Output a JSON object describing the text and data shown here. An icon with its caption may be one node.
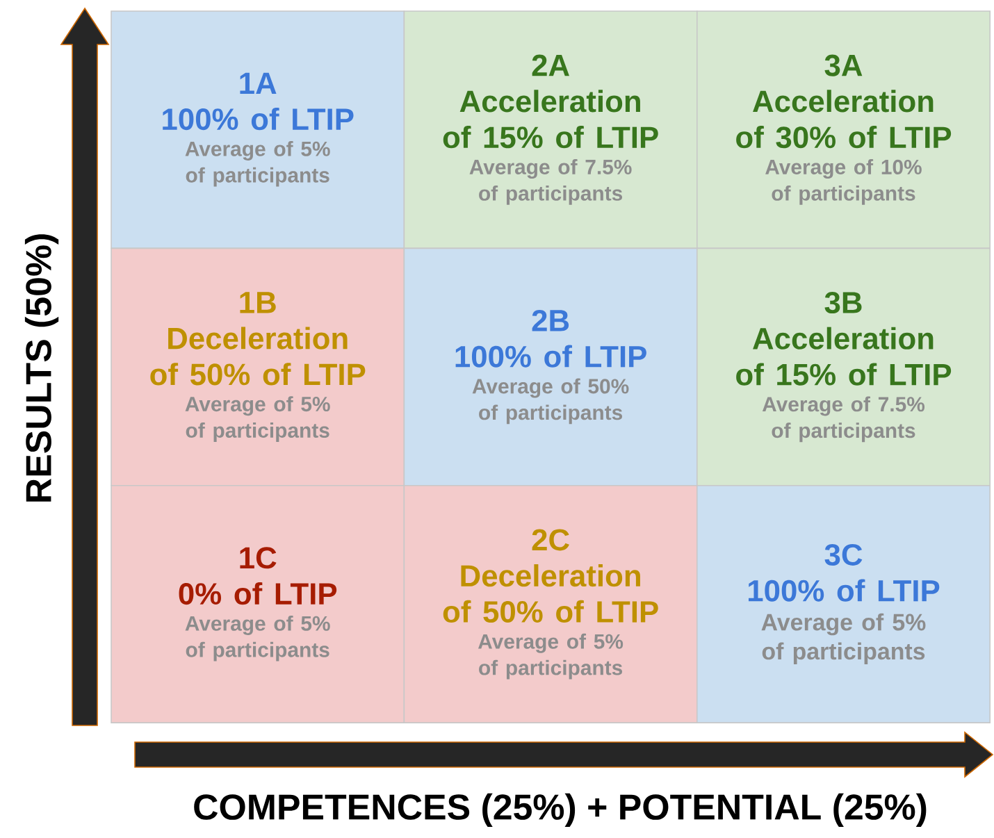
{
  "diagram": {
    "nodes": [
      {
        "text": [
          "1A",
          "100% of LTIP",
          "Average of 5% of participants"
        ]
      },
      {
        "text": [
          "2A",
          "Acceleration of 15% of LTIP",
          "Average of 7.5% of participants"
        ]
      },
      {
        "text": [
          "3A",
          "Acceleration of 30% of LTIP",
          "Average of 10% of participants"
        ]
      },
      {
        "text": [
          "1B",
          "Deceleration of 50% of LTIP",
          "Average of 5% of participants"
        ]
      },
      {
        "text": [
          "2B",
          "100% of LTIP",
          "Average of 50% of participants"
        ]
      },
      {
        "text": [
          "3B",
          "Acceleration of 15% of LTIP",
          "Average of 7.5% of participants"
        ]
      },
      {
        "text": [
          "1C",
          "0% of LTIP",
          "Average of 5% of participants"
        ]
      },
      {
        "text": [
          "2C",
          "Deceleration of 50% of LTIP",
          "Average of 5% of participants"
        ]
      },
      {
        "text": [
          "3C",
          "100% of LTIP",
          "Average of 5% of participants"
        ]
      }
    ],
    "labels": [
      "RESULTS (50%)",
      "COMPETENCES (25%) + POTENTIAL (25%)"
    ]
  }
}
